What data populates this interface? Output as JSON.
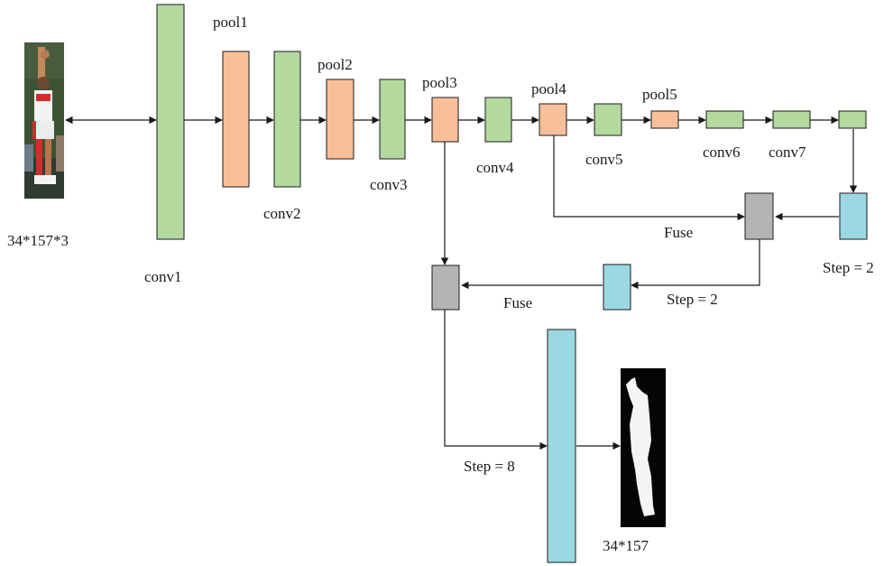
{
  "colors": {
    "conv": "#b3d99f",
    "pool": "#f8c09a",
    "upsample": "#9bd8e2",
    "fuse": "#b4b4b4",
    "line": "#1a1a1a"
  },
  "input": {
    "size_label": "34*157*3"
  },
  "output": {
    "size_label": "34*157"
  },
  "layers": {
    "conv1": "conv1",
    "pool1": "pool1",
    "conv2": "conv2",
    "pool2": "pool2",
    "conv3": "conv3",
    "pool3": "pool3",
    "conv4": "conv4",
    "pool4": "pool4",
    "conv5": "conv5",
    "pool5": "pool5",
    "conv6": "conv6",
    "conv7": "conv7"
  },
  "fuse_labels": {
    "fuse_upper": "Fuse",
    "fuse_lower": "Fuse"
  },
  "step_labels": {
    "step_a": "Step = 2",
    "step_b": "Step = 2",
    "step_c": "Step = 8"
  }
}
